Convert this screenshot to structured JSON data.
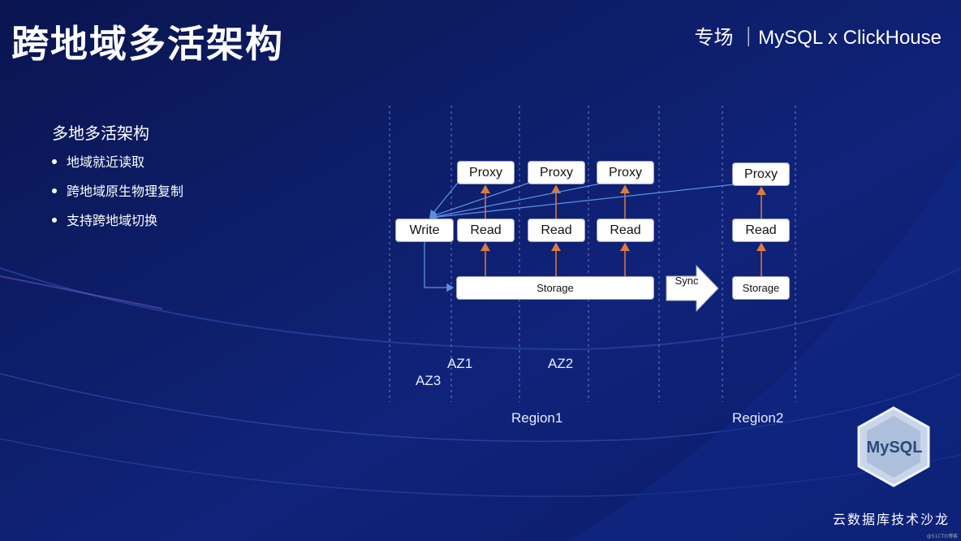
{
  "slide": {
    "title": "跨地域多活架构",
    "topic": "专场 ｜MySQL x ClickHouse",
    "section_title": "多地多活架构",
    "bullets": [
      "地域就近读取",
      "跨地域原生物理复制",
      "支持跨地域切换"
    ],
    "brand": "云数据库技术沙龙",
    "watermark": "@51CTO博客"
  },
  "diagram": {
    "proxy_label": "Proxy",
    "read_label": "Read",
    "write_label": "Write",
    "storage_label": "Storage",
    "sync_label": "Sync",
    "az_labels": [
      "AZ1",
      "AZ2",
      "AZ3"
    ],
    "region_labels": [
      "Region1",
      "Region2"
    ]
  },
  "badge": {
    "logo_text": "MySQL"
  },
  "colors": {
    "background": "#0c1a5c",
    "up_arrow": "#e07a3a",
    "link_arrow": "#5b8fe0",
    "divider": "#6f7fc0"
  }
}
